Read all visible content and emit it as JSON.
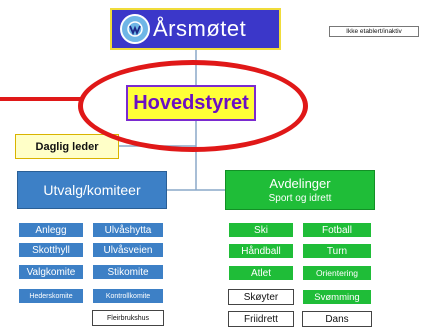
{
  "title": "Årsmøtet",
  "legend": "Ikke etablert/inaktiv",
  "board": "Hovedstyret",
  "manager": "Daglig leder",
  "committees": {
    "label": "Utvalg/komiteer",
    "items": [
      "Anlegg",
      "Ulvåshytta",
      "Skotthyll",
      "Ulvåsveien",
      "Valgkomite",
      "Stikomite",
      "Hederskomite",
      "Kontrollkomite",
      "Fleirbrukshus"
    ]
  },
  "departments": {
    "label": "Avdelinger",
    "sublabel": "Sport og idrett",
    "items": [
      "Ski",
      "Fotball",
      "Håndball",
      "Turn",
      "Atlet",
      "Orientering",
      "Skøyter",
      "Svømming",
      "Friidrett",
      "Dans"
    ]
  },
  "colors": {
    "title_bg": "#3b37c9",
    "board_bg": "#ffff37",
    "committee_blue": "#3d80c6",
    "department_green": "#1fbd38",
    "highlight_red": "#e01818"
  }
}
